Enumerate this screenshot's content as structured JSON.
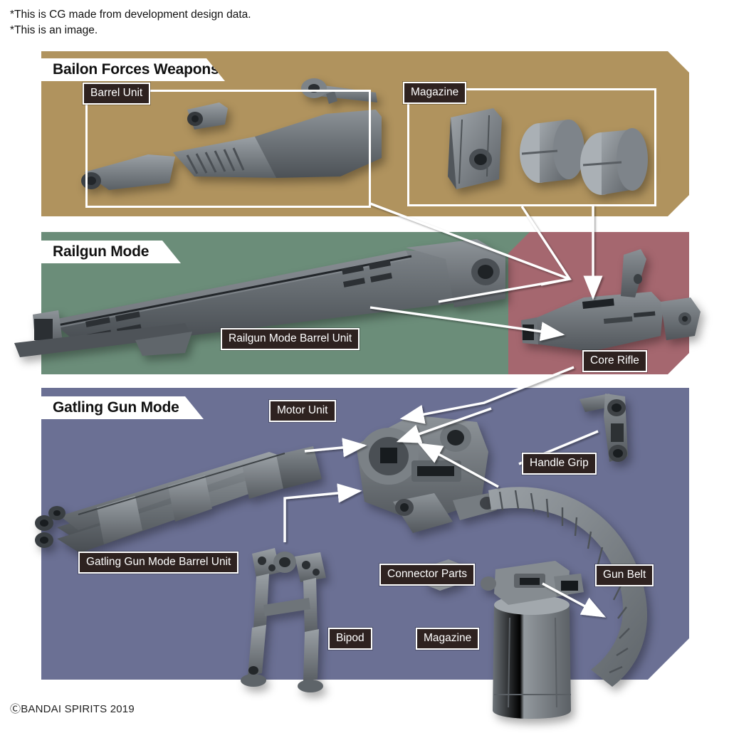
{
  "notes": [
    "*This is CG made from development design data.",
    "*This is an image."
  ],
  "copyright": "ⒸBANDAI SPIRITS 2019",
  "colors": {
    "panel_weapons": "#b0935e",
    "panel_railgun": "#6b8d79",
    "panel_core": "#a5676f",
    "panel_gatling": "#6b7094",
    "label_bg": "#2e2220",
    "label_text": "#ffffff",
    "title_band": "#ffffff",
    "part_gray": "#6e7378",
    "background": "#ffffff"
  },
  "panels": [
    {
      "id": "weapons",
      "title": "Bailon Forces Weapons",
      "labels": [
        {
          "key": "barrel_unit",
          "text": "Barrel Unit"
        },
        {
          "key": "magazine",
          "text": "Magazine"
        }
      ]
    },
    {
      "id": "railgun",
      "title": "Railgun Mode",
      "labels": [
        {
          "key": "railgun_barrel",
          "text": "Railgun Mode Barrel Unit"
        }
      ]
    },
    {
      "id": "core",
      "title": "",
      "labels": [
        {
          "key": "core_rifle",
          "text": "Core Rifle"
        }
      ]
    },
    {
      "id": "gatling",
      "title": "Gatling Gun Mode",
      "labels": [
        {
          "key": "motor_unit",
          "text": "Motor Unit"
        },
        {
          "key": "gatling_barrel",
          "text": "Gatling Gun Mode Barrel Unit"
        },
        {
          "key": "handle_grip",
          "text": "Handle Grip"
        },
        {
          "key": "gun_belt",
          "text": "Gun Belt"
        },
        {
          "key": "connector_parts",
          "text": "Connector Parts"
        },
        {
          "key": "bipod",
          "text": "Bipod"
        },
        {
          "key": "magazine",
          "text": "Magazine"
        }
      ]
    }
  ]
}
